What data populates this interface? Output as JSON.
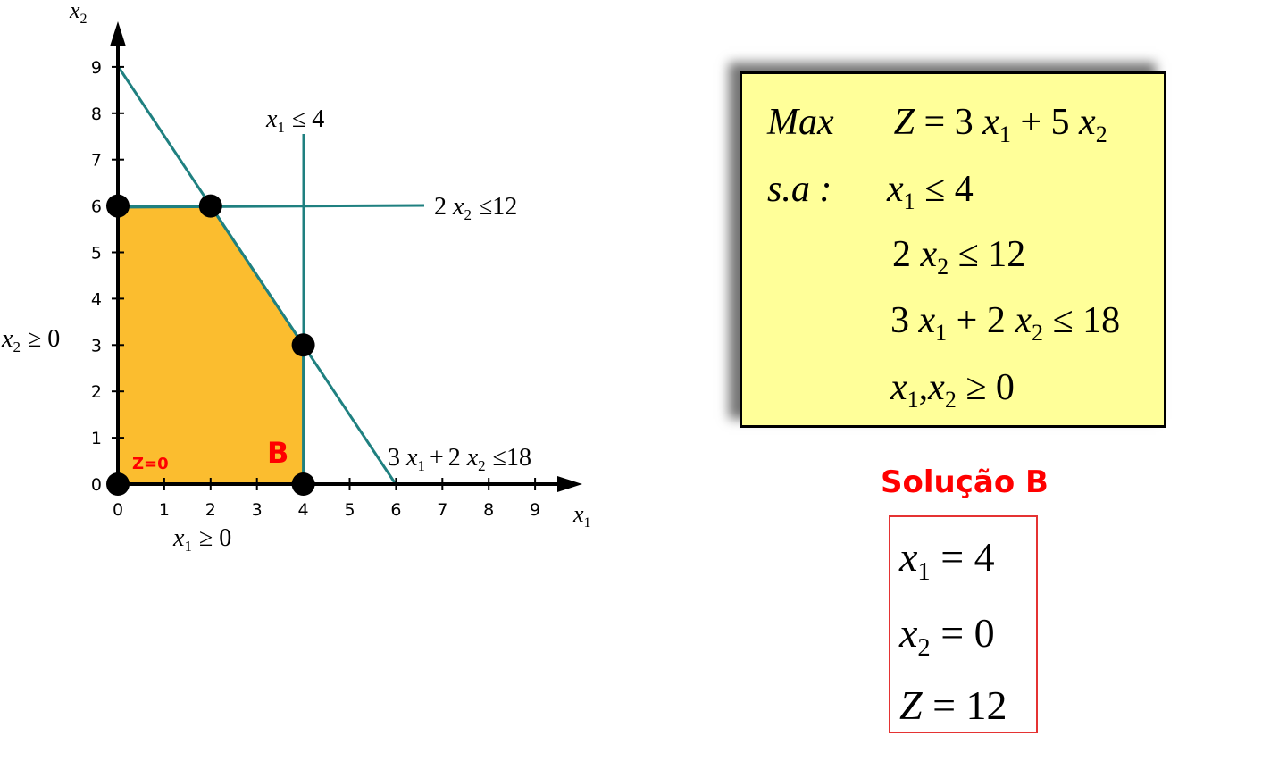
{
  "graph": {
    "x_axis_label": "x",
    "x_axis_sub": "1",
    "y_axis_label": "x",
    "y_axis_sub": "2",
    "x_ticks": [
      "0",
      "1",
      "2",
      "3",
      "4",
      "5",
      "6",
      "7",
      "8",
      "9"
    ],
    "y_ticks": [
      "0",
      "1",
      "2",
      "3",
      "4",
      "5",
      "6",
      "7",
      "8",
      "9"
    ],
    "constraint_x1_le_4": {
      "var": "x",
      "sub": "1",
      "rel": "≤ 4"
    },
    "constraint_2x2_le_12": {
      "coef": "2",
      "var": "x",
      "sub": "2",
      "rel": "≤12"
    },
    "constraint_3x1_2x2_le_18": {
      "c1": "3",
      "v1": "x",
      "s1": "1",
      "plus": "+",
      "c2": "2",
      "v2": "x",
      "s2": "2",
      "rel": "≤18"
    },
    "nonneg_x2": {
      "var": "x",
      "sub": "2",
      "rel": "≥ 0"
    },
    "nonneg_x1": {
      "var": "x",
      "sub": "1",
      "rel": "≥ 0"
    },
    "label_z0": "Z=0",
    "label_B": "B",
    "feasible_region": [
      [
        0,
        0
      ],
      [
        0,
        6
      ],
      [
        2,
        6
      ],
      [
        4,
        3
      ],
      [
        4,
        0
      ]
    ],
    "vertices": [
      [
        0,
        0
      ],
      [
        0,
        6
      ],
      [
        2,
        6
      ],
      [
        4,
        3
      ],
      [
        4,
        0
      ]
    ],
    "colors": {
      "region": "#fbbd2f",
      "lines": "#1f8080",
      "vertex": "#000000",
      "highlight": "#ff0000"
    }
  },
  "model": {
    "max": "Max",
    "objective": {
      "lhs": "Z",
      "eq": "=",
      "c1": "3",
      "v1": "x",
      "s1": "1",
      "plus": "+",
      "c2": "5",
      "v2": "x",
      "s2": "2"
    },
    "sa": "s.a :",
    "c1": {
      "v": "x",
      "s": "1",
      "rel": "≤ 4"
    },
    "c2": {
      "coef": "2",
      "v": "x",
      "s": "2",
      "rel": "≤ 12"
    },
    "c3": {
      "c1": "3",
      "v1": "x",
      "s1": "1",
      "plus": "+",
      "c2": "2",
      "v2": "x",
      "s2": "2",
      "rel": "≤ 18"
    },
    "c4": {
      "v1": "x",
      "s1": "1",
      "comma": ",",
      "v2": "x",
      "s2": "2",
      "rel": "≥ 0"
    },
    "box_color": "#ffff99"
  },
  "solution": {
    "title": "Solução B",
    "x1": {
      "v": "x",
      "s": "1",
      "eq": "= 4"
    },
    "x2": {
      "v": "x",
      "s": "2",
      "eq": "= 0"
    },
    "z": {
      "v": "Z",
      "eq": "= 12"
    }
  }
}
